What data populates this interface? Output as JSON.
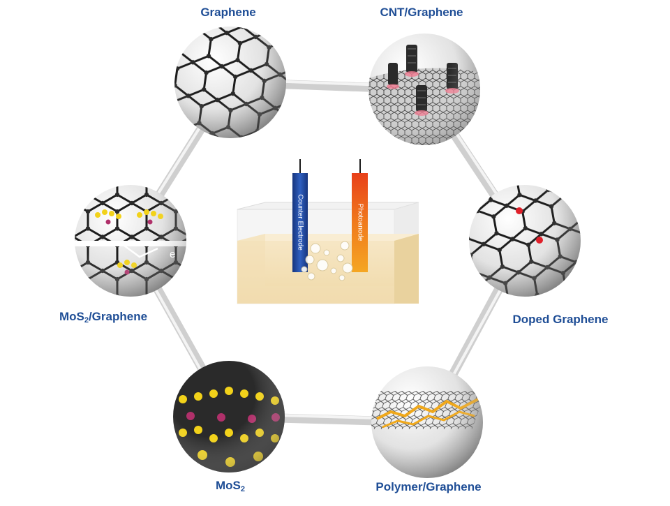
{
  "labels": {
    "graphene": "Graphene",
    "cnt_graphene": "CNT/Graphene",
    "doped_graphene": "Doped Graphene",
    "polymer_graphene": "Polymer/Graphene",
    "mos2_prefix": "MoS",
    "mos2_sub": "2",
    "mos2_graphene_prefix": "MoS",
    "mos2_graphene_sub": "2",
    "mos2_graphene_suffix": "/Graphene",
    "electron": "e"
  },
  "cell": {
    "counter_electrode": "Counter Electrode",
    "photoanode": "Photoanode"
  },
  "colors": {
    "label": "#1f4e96",
    "frame": "#d8d8d8",
    "counter_electrode": "#1d3f8f",
    "photoanode": "#e8661a",
    "dopant": "#e0202a",
    "sulfur": "#f2d21a",
    "molybdenum": "#b0306a",
    "polymer": "#f0a81a",
    "electrolyte": "#f5e3bd"
  }
}
